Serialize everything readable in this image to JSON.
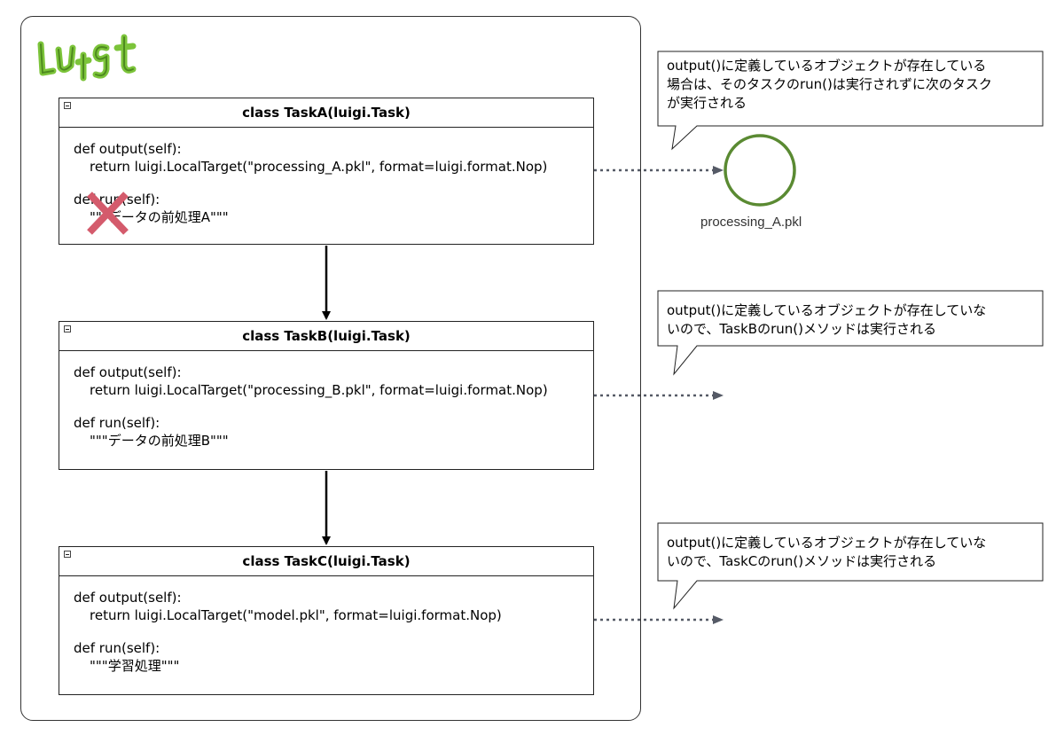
{
  "tasks": [
    {
      "title": "class TaskA(luigi.Task)",
      "output_def": "def output(self):",
      "output_body": "return luigi.LocalTarget(\"processing_A.pkl\", format=luigi.format.Nop)",
      "run_def": "def run(self):",
      "run_body": "\"\"\"データの前処理A\"\"\""
    },
    {
      "title": "class TaskB(luigi.Task)",
      "output_def": "def output(self):",
      "output_body": "return luigi.LocalTarget(\"processing_B.pkl\", format=luigi.format.Nop)",
      "run_def": "def run(self):",
      "run_body": "\"\"\"データの前処理B\"\"\""
    },
    {
      "title": "class TaskC(luigi.Task)",
      "output_def": "def output(self):",
      "output_body": "return luigi.LocalTarget(\"model.pkl\", format=luigi.format.Nop)",
      "run_def": "def run(self):",
      "run_body": "\"\"\"学習処理\"\"\""
    }
  ],
  "callouts": [
    "output()に定義しているオブジェクトが存在している\n場合は、そのタスクのrun()は実行されずに次のタスク\nが実行される",
    "output()に定義しているオブジェクトが存在していな\nいので、TaskBのrun()メソッドは実行される",
    "output()に定義しているオブジェクトが存在していな\nいので、TaskCのrun()メソッドは実行される"
  ],
  "file_node": {
    "label": "processing_A.pkl"
  },
  "logo": {
    "text": "Luigi"
  },
  "colors": {
    "logo_green": "#7cc43a",
    "file_circle": "#5a8a32",
    "cross": "#d45b6c",
    "dashed_arrow": "#555a66"
  }
}
